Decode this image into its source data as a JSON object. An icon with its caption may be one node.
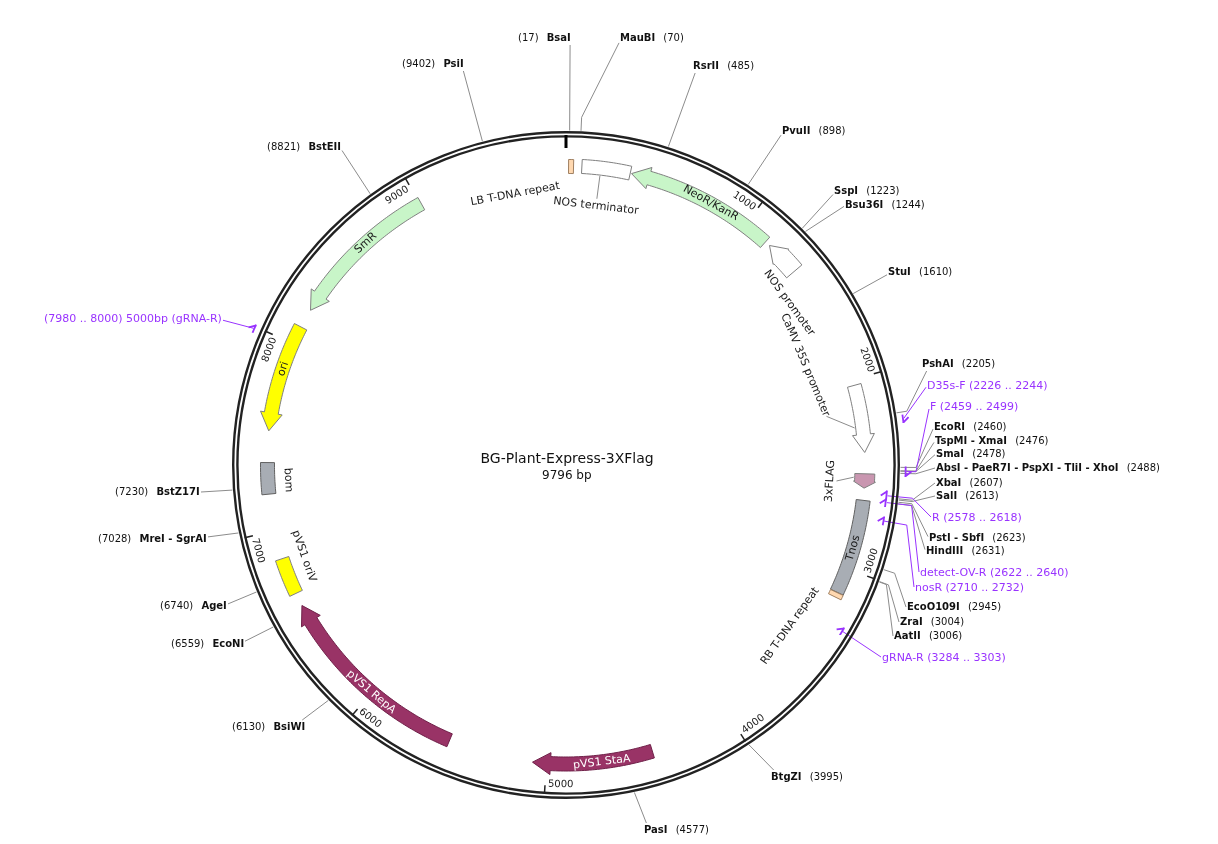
{
  "diagram": {
    "nodes": [
      {
        "text": [
          "BG-Plant-Express-3XFlag",
          "9796 bp"
        ]
      },
      {
        "text": [
          "LB T-DNA repeat"
        ],
        "in": 0
      },
      {
        "text": [
          "NOS terminator"
        ],
        "in": 0
      },
      {
        "text": [],
        "shape": "box",
        "in": 0
      },
      {
        "text": [
          "NeoR/KanR"
        ],
        "in": 0
      },
      {
        "text": [
          "NOS promoter"
        ],
        "in": 0
      },
      {
        "text": [
          "CaMV 35S promoter"
        ],
        "in": 0
      },
      {
        "text": [],
        "shape": "arrow",
        "in": 0
      },
      {
        "text": [
          "3xFLAG"
        ],
        "in": 0
      },
      {
        "text": [],
        "shape": "arrow",
        "in": 0
      },
      {
        "text": [
          "Tnos"
        ],
        "in": 0
      },
      {
        "text": [
          "RB T-DNA repeat"
        ],
        "in": 0
      },
      {
        "text": [
          "pVS1 StaA"
        ],
        "in": 0
      },
      {
        "text": [
          "pVS1 RepA"
        ],
        "in": 0
      },
      {
        "text": [
          "pVS1 oriV"
        ],
        "in": 0
      },
      {
        "text": [
          "bom"
        ],
        "in": 0
      },
      {
        "text": [
          "ori"
        ],
        "in": 0
      },
      {
        "text": [
          "SmR"
        ],
        "in": 0
      },
      {
        "text": [
          "(17) **BsaI**"
        ]
      },
      {
        "text": [
          "**MauBI** (70)"
        ]
      },
      {
        "text": [
          "**RsrII** (485)"
        ]
      },
      {
        "text": [
          "**PvuII** (898)"
        ]
      },
      {
        "text": [
          "**SspI** (1223)"
        ]
      },
      {
        "text": [
          "**Bsu36I** (1244)"
        ]
      },
      {
        "text": [
          "**StuI** (1610)"
        ]
      },
      {
        "text": [
          "**PshAI** (2205)"
        ]
      },
      {
        "text": [
          "**EcoRI** (2460)"
        ]
      },
      {
        "text": [
          "**TspMI - XmaI** (2476)"
        ]
      },
      {
        "text": [
          "**SmaI** (2478)"
        ]
      },
      {
        "text": [
          "**AbsI - PaeR7I - PspXI - TliI - XhoI** (2488)"
        ]
      },
      {
        "text": [
          "**XbaI** (2607)"
        ]
      },
      {
        "text": [
          "**SalI** (2613)"
        ]
      },
      {
        "text": [
          "**PstI - SbfI** (2623)"
        ]
      },
      {
        "text": [
          "**HindIII** (2631)"
        ]
      },
      {
        "text": [
          "**EcoO109I** (2945)"
        ]
      },
      {
        "text": [
          "**ZraI** (3004)"
        ]
      },
      {
        "text": [
          "**AatII** (3006)"
        ]
      },
      {
        "text": [
          "**BtgZI** (3995)"
        ]
      },
      {
        "text": [
          "**PasI** (4577)"
        ]
      },
      {
        "text": [
          "(6130) **BsiWI**"
        ]
      },
      {
        "text": [
          "(6559) **EcoNI**"
        ]
      },
      {
        "text": [
          "(6740) **AgeI**"
        ]
      },
      {
        "text": [
          "(7028) **MreI - SgrAI**"
        ]
      },
      {
        "text": [
          "(7230) **BstZ17I**"
        ]
      },
      {
        "text": [
          "(8821) **BstEII**"
        ]
      },
      {
        "text": [
          "(9402) **PsiI**"
        ]
      },
      {
        "text": [
          "D35s-F (2226 .. 2244)"
        ]
      },
      {
        "text": [],
        "shape": "arrow"
      },
      {
        "text": [
          "F (2459 .. 2499)"
        ]
      },
      {
        "text": [],
        "shape": "arrow"
      },
      {
        "text": [
          "R (2578 .. 2618)"
        ]
      },
      {
        "text": [],
        "shape": "arrow",
        "in": 0
      },
      {
        "text": [
          "detect-OV-R (2622 .. 2640)"
        ]
      },
      {
        "text": [],
        "shape": "arrow",
        "in": 0
      },
      {
        "text": [
          "nosR (2710 .. 2732)"
        ]
      },
      {
        "text": [],
        "shape": "arrow",
        "in": 0
      },
      {
        "text": [
          "gRNA-R (3284 .. 3303)"
        ]
      },
      {
        "text": [],
        "shape": "arrow",
        "in": 0
      },
      {
        "text": [
          "(7980 .. 8000) 5000bp (gRNA-R)"
        ]
      },
      {
        "text": [],
        "shape": "arrow"
      }
    ],
    "edges": [
      {
        "from": 2,
        "to": 3,
        "arrow": "none"
      },
      {
        "from": 6,
        "to": 7,
        "arrow": "none"
      },
      {
        "from": 8,
        "to": 9,
        "arrow": "none"
      },
      {
        "from": 18,
        "to": 0,
        "arrow": "none"
      },
      {
        "from": 19,
        "to": 0,
        "arrow": "none"
      },
      {
        "from": 20,
        "to": 0,
        "arrow": "none"
      },
      {
        "from": 21,
        "to": 0,
        "arrow": "none"
      },
      {
        "from": 22,
        "to": 0,
        "arrow": "none"
      },
      {
        "from": 23,
        "to": 0,
        "arrow": "none"
      },
      {
        "from": 24,
        "to": 0,
        "arrow": "none"
      },
      {
        "from": 25,
        "to": 0,
        "arrow": "none"
      },
      {
        "from": 26,
        "to": 0,
        "arrow": "none"
      },
      {
        "from": 27,
        "to": 0,
        "arrow": "none"
      },
      {
        "from": 28,
        "to": 0,
        "arrow": "none"
      },
      {
        "from": 29,
        "to": 0,
        "arrow": "none"
      },
      {
        "from": 30,
        "to": 0,
        "arrow": "none"
      },
      {
        "from": 31,
        "to": 0,
        "arrow": "none"
      },
      {
        "from": 32,
        "to": 0,
        "arrow": "none"
      },
      {
        "from": 33,
        "to": 0,
        "arrow": "none"
      },
      {
        "from": 34,
        "to": 0,
        "arrow": "none"
      },
      {
        "from": 35,
        "to": 0,
        "arrow": "none"
      },
      {
        "from": 36,
        "to": 0,
        "arrow": "none"
      },
      {
        "from": 37,
        "to": 0,
        "arrow": "none"
      },
      {
        "from": 38,
        "to": 0,
        "arrow": "none"
      },
      {
        "from": 39,
        "to": 0,
        "arrow": "none"
      },
      {
        "from": 40,
        "to": 0,
        "arrow": "none"
      },
      {
        "from": 41,
        "to": 0,
        "arrow": "none"
      },
      {
        "from": 42,
        "to": 0,
        "arrow": "none"
      },
      {
        "from": 43,
        "to": 0,
        "arrow": "none"
      },
      {
        "from": 44,
        "to": 0,
        "arrow": "none"
      },
      {
        "from": 45,
        "to": 0,
        "arrow": "none"
      },
      {
        "from": 46,
        "to": 47,
        "arrow": "none",
        "color": "#9933ff"
      },
      {
        "from": 48,
        "to": 49,
        "arrow": "none",
        "color": "#9933ff"
      },
      {
        "from": 50,
        "to": 51,
        "arrow": "none",
        "color": "#9933ff"
      },
      {
        "from": 52,
        "to": 53,
        "arrow": "none",
        "color": "#9933ff"
      },
      {
        "from": 54,
        "to": 55,
        "arrow": "none",
        "color": "#9933ff"
      },
      {
        "from": 56,
        "to": 57,
        "arrow": "none",
        "color": "#9933ff"
      },
      {
        "from": 58,
        "to": 59,
        "arrow": "none",
        "color": "#9933ff"
      }
    ],
    "labels": [
      "1000",
      "2000",
      "3000",
      "4000",
      "5000",
      "6000",
      "7000",
      "8000",
      "9000"
    ]
  }
}
